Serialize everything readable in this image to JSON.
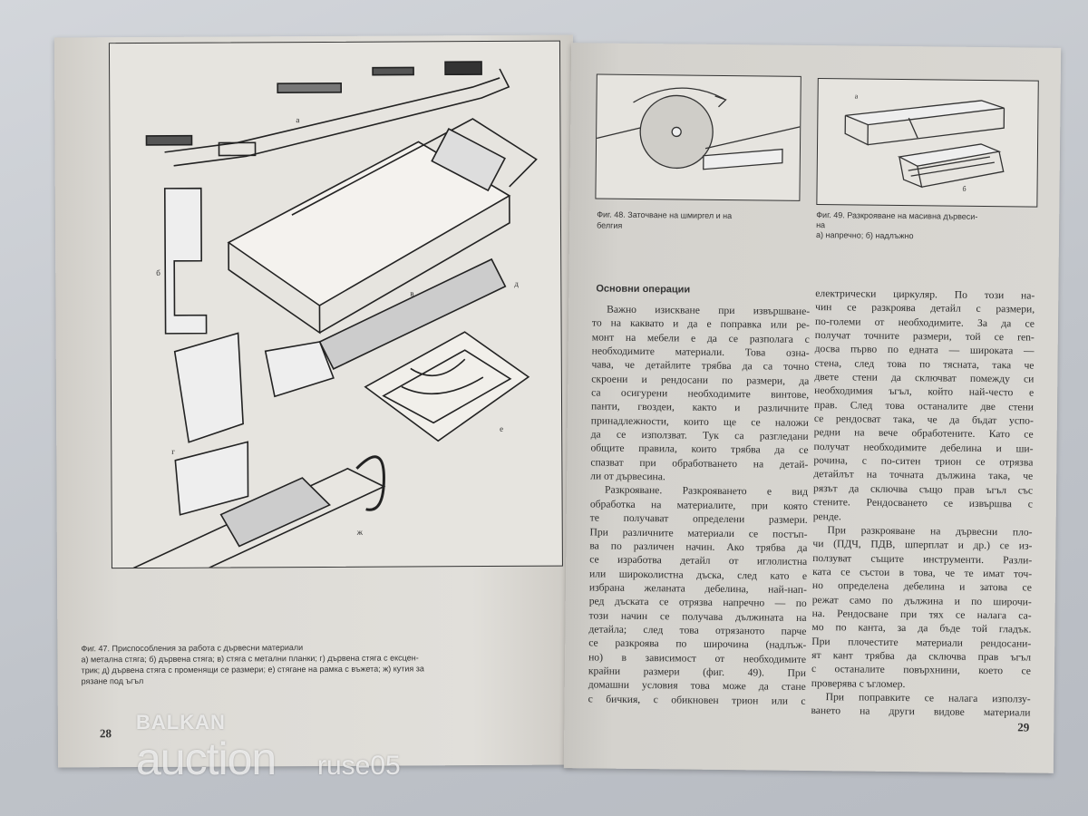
{
  "left_page": {
    "figure_labels": [
      "а",
      "б",
      "в",
      "г",
      "д",
      "е",
      "ж"
    ],
    "caption": {
      "title": "Фиг. 47. Приспособления за работа с дървесни материали",
      "lines": [
        "а) метална стяга; б) дървена стяга; в) стяга с метални планки; г) дървена стяга с ексцен-",
        "трик; д) дървена стяга с променящи се размери; е) стягане на рамка с въжета; ж) кутия за",
        "рязане под ъгъл"
      ]
    },
    "page_number": "28"
  },
  "right_page": {
    "fig48_caption": [
      "Фиг. 48. Заточване на шмиргел и на",
      "белгия"
    ],
    "fig49_caption": [
      "Фиг. 49. Разкрояване на масивна дървеси-",
      "на",
      "а) напречно; б) надлъжно"
    ],
    "fig49_labels": [
      "а",
      "б"
    ],
    "heading": "Основни операции",
    "column1": [
      "Важно изискване при извършване-",
      "то на каквато и да е поправка или ре-",
      "монт на мебели е да се разполага с",
      "необходимите материали. Това озна-",
      "чава, че детайлите трябва да са точно",
      "скроени и рендосани по размери, да",
      "са осигурени необходимите винтове,",
      "панти, гвоздеи, както и различните",
      "принадлежности, които ще се наложи",
      "да се използват. Тук са разгледани",
      "общите правила, които трябва да се",
      "спазват при обработването на детай-",
      "ли от дървесина.",
      "Разкрояване. Разкрояването е вид",
      "обработка на материалите, при която",
      "те получават определени размери.",
      "При различните материали се постъп-",
      "ва по различен начин. Ако трябва да",
      "се изработва детайл от иглолистна",
      "или широколистна дъска, след като е",
      "избрана желаната дебелина, най-нап-",
      "ред дъската се отрязва напречно — по",
      "този начин се получава дължината на",
      "детайла; след това отрязаното парче",
      "се разкроява по широчина (надлъж-",
      "но) в зависимост от необходимите",
      "крайни размери (фиг. 49). При",
      "домашни условия това може да стане",
      "с бичкия, с обикновен трион или с"
    ],
    "column2": [
      "електрически циркуляр. По този на-",
      "чин се разкроява детайл с размери,",
      "по-големи от необходимите. За да се",
      "получат точните размери, той се ren-",
      "досва първо по едната — широката —",
      "стена, след това по тясната, така че",
      "двете стени да сключват помежду си",
      "необходимия ъгъл, който най-често е",
      "прав. След това останалите две стени",
      "се рендосват така, че да бъдат успо-",
      "редни на вече обработените. Като се",
      "получат необходимите дебелина и ши-",
      "рочина, с по-ситен трион се отрязва",
      "детайлът на точната дължина така, че",
      "рязът да сключва също прав ъгъл със",
      "стените. Рендосването се извършва с",
      "ренде.",
      "При разкрояване на дървесни пло-",
      "чи (ПДЧ, ПДВ, шперплат и др.) се из-",
      "ползуват същите инструменти. Разли-",
      "ката се състои в това, че те имат точ-",
      "но определена дебелина и затова се",
      "режат само по дължина и по широчи-",
      "на. Рендосване при тях се налага са-",
      "мо по канта, за да бъде той гладък.",
      "При плочестите материали рендосани-",
      "ят кант трябва да сключва прав ъгъл",
      "с останалите повърхнини, което се",
      "проверява с ъгломер.",
      "При поправките се налага използу-",
      "ването на други видове материали"
    ],
    "column1_indent": [
      0,
      13
    ],
    "column1_last": [
      12
    ],
    "column2_indent": [
      17,
      29
    ],
    "column2_last": [
      16,
      28
    ],
    "page_number": "29"
  },
  "watermark": {
    "line1": "BALKAN",
    "line2": "auction",
    "line3": "ruse05"
  }
}
